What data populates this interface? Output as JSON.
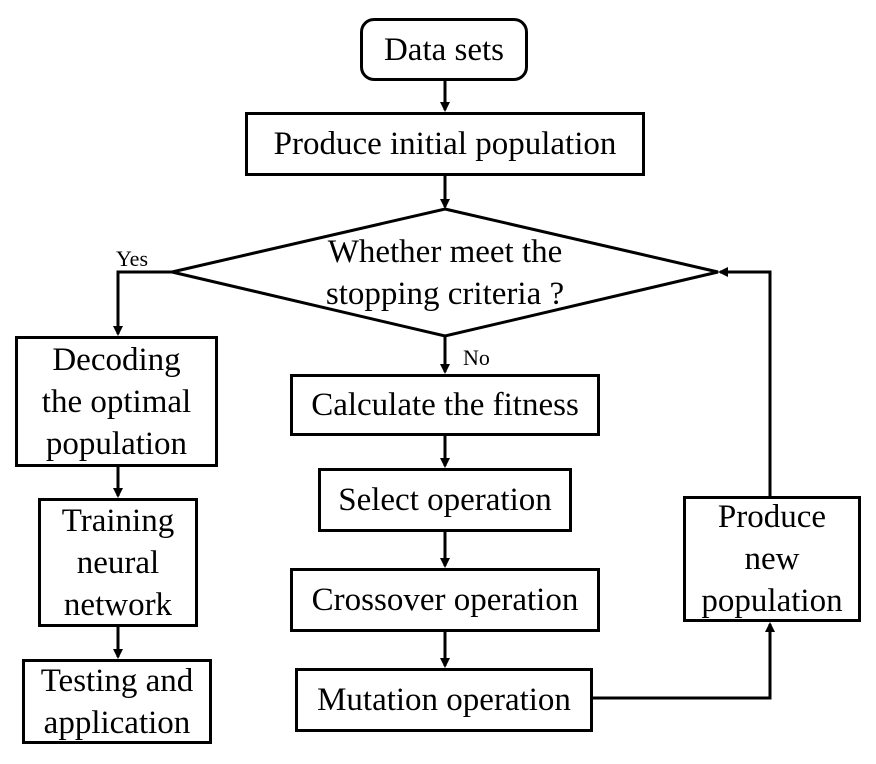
{
  "nodes": {
    "start": "Data sets",
    "init_population": "Produce initial population",
    "decision": "Whether meet the\nstopping criteria ?",
    "decode": "Decoding\nthe optimal\npopulation",
    "train": "Training\nneural\nnetwork",
    "test": "Testing and\napplication",
    "fitness": "Calculate the fitness",
    "select": "Select operation",
    "crossover": "Crossover operation",
    "mutation": "Mutation operation",
    "new_population": "Produce\nnew\npopulation"
  },
  "edges": {
    "yes_label": "Yes",
    "no_label": "No"
  }
}
